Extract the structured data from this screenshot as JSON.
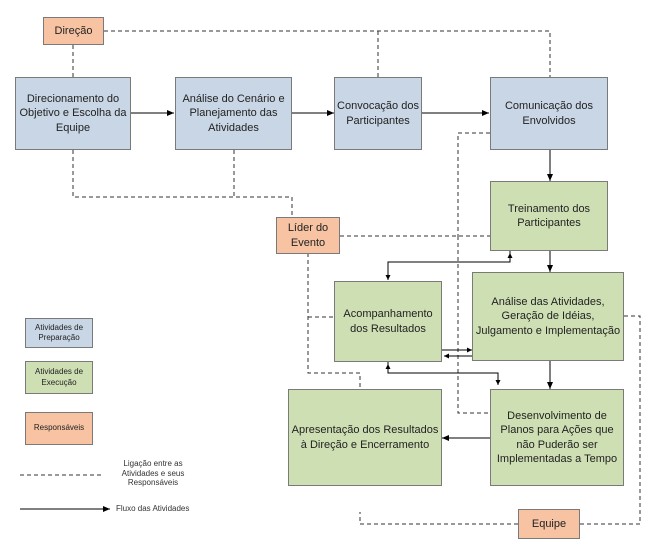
{
  "nodes": {
    "direcao": "Direção",
    "direcionamento": "Direcionamento do Objetivo e Escolha da Equipe",
    "analise_cenario": "Análise do Cenário e Planejamento das Atividades",
    "convocacao": "Convocação dos Participantes",
    "comunicacao": "Comunicação dos Envolvidos",
    "treinamento": "Treinamento dos Participantes",
    "lider": "Líder do Evento",
    "acompanhamento": "Acompanhamento dos Resultados",
    "analise_atividades": "Análise das Atividades, Geração de Idéias, Julgamento e Implementação",
    "apresentacao": "Apresentação dos Resultados à Direção e Encerramento",
    "desenvolvimento": "Desenvolvimento de Planos para Ações que não Puderão ser Implementadas a Tempo",
    "equipe": "Equipe"
  },
  "legend": {
    "preparacao": "Atividades de Preparação",
    "execucao": "Atividades de Execução",
    "responsaveis": "Responsáveis",
    "ligacao": "Ligação entre as Atividades e seus Responsáveis",
    "fluxo": "Fluxo das Atividades"
  },
  "colors": {
    "preparacao": "#c9d6e5",
    "execucao": "#cfdfb4",
    "responsaveis": "#f7c3a2"
  }
}
